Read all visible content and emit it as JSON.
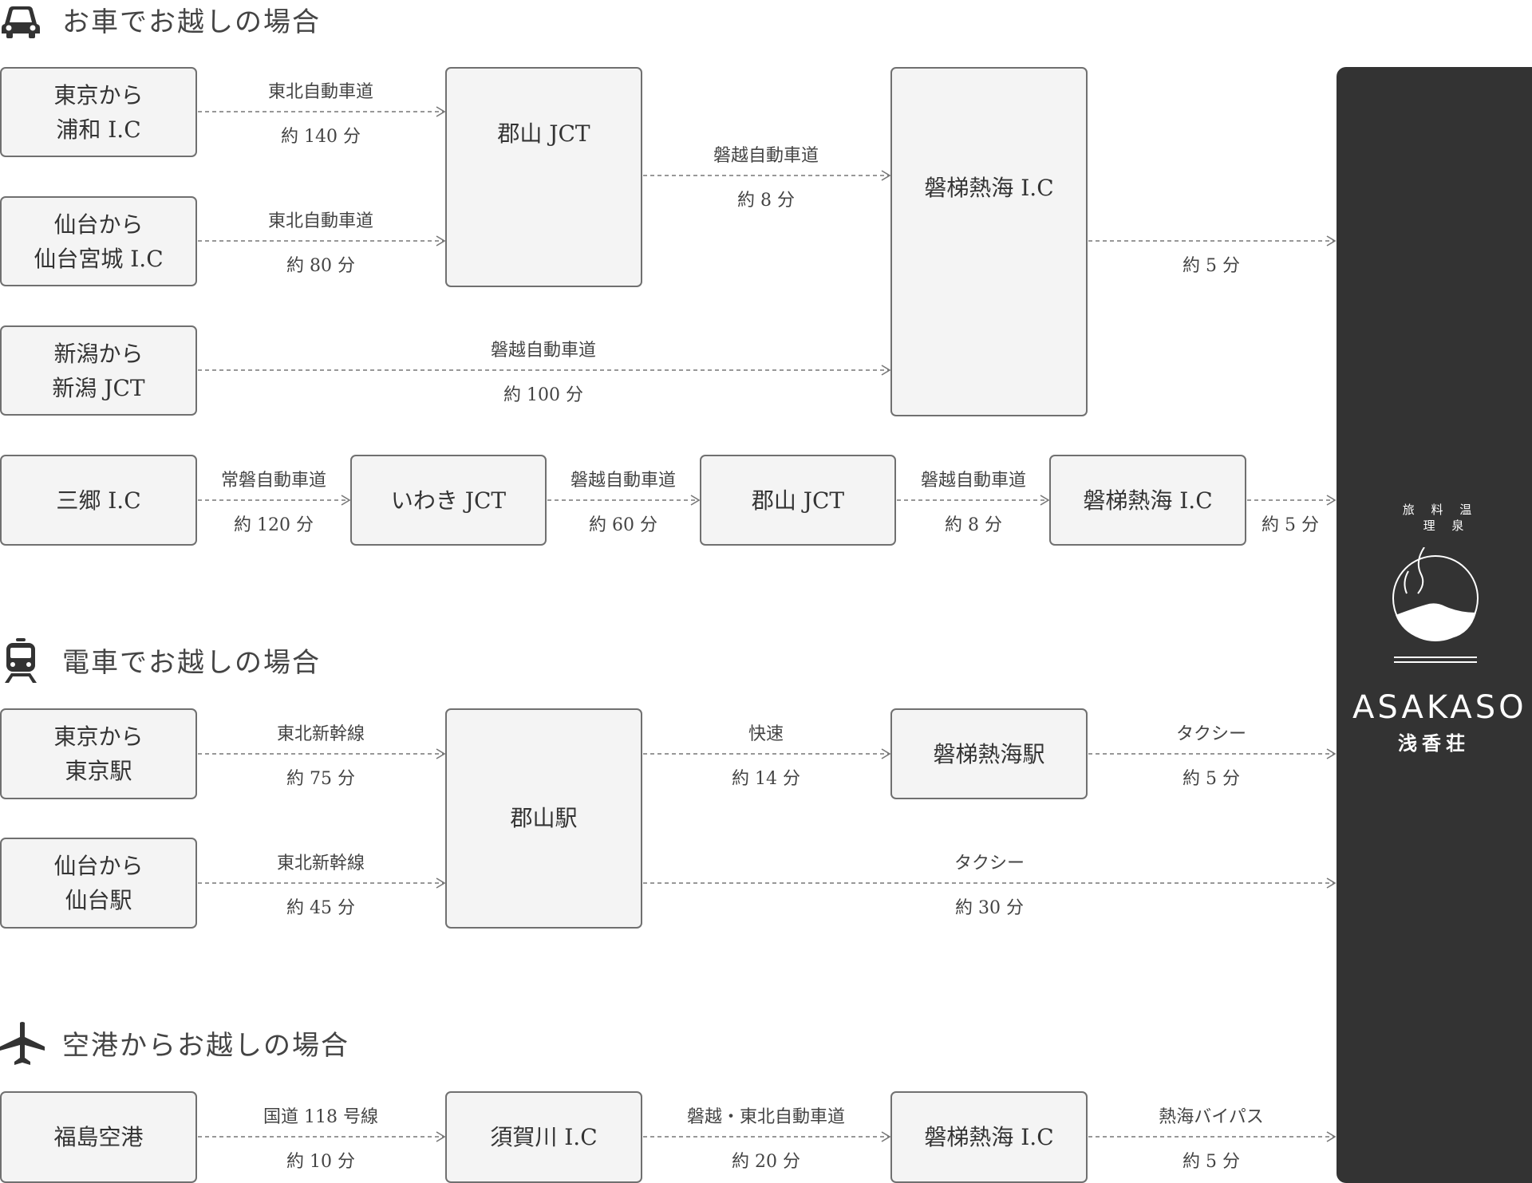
{
  "sections": {
    "car": "お車でお越しの場合",
    "train": "電車でお越しの場合",
    "air": "空港からお越しの場合"
  },
  "icons": {
    "car": "car-icon",
    "train": "train-icon",
    "air": "airplane-icon"
  },
  "boxes": {
    "tokyo_urawa": [
      "東京から",
      "浦和 I.C"
    ],
    "sendai_miyagi": [
      "仙台から",
      "仙台宮城 I.C"
    ],
    "niigata_jct": [
      "新潟から",
      "新潟 JCT"
    ],
    "koriyama_jct_1": "郡山 JCT",
    "bandai_ic_1": "磐梯熱海 I.C",
    "misato_ic": "三郷 I.C",
    "iwaki_jct": "いわき JCT",
    "koriyama_jct_2": "郡山 JCT",
    "bandai_ic_2": "磐梯熱海 I.C",
    "tokyo_station": [
      "東京から",
      "東京駅"
    ],
    "sendai_station": [
      "仙台から",
      "仙台駅"
    ],
    "koriyama_station": "郡山駅",
    "bandai_station": "磐梯熱海駅",
    "fukushima_airport": "福島空港",
    "sukagawa_ic": "須賀川 I.C",
    "bandai_ic_3": "磐梯熱海 I.C"
  },
  "routes": {
    "r1": {
      "road": "東北自動車道",
      "time": "約 140 分"
    },
    "r2": {
      "road": "東北自動車道",
      "time": "約 80 分"
    },
    "r3": {
      "road": "磐越自動車道",
      "time": "約 100 分"
    },
    "r4": {
      "road": "磐越自動車道",
      "time": "約 8 分"
    },
    "r5": {
      "road": "",
      "time": "約 5 分"
    },
    "r6": {
      "road": "常磐自動車道",
      "time": "約 120 分"
    },
    "r7": {
      "road": "磐越自動車道",
      "time": "約 60 分"
    },
    "r8": {
      "road": "磐越自動車道",
      "time": "約 8 分"
    },
    "r9": {
      "road": "",
      "time": "約 5 分"
    },
    "t1": {
      "road": "東北新幹線",
      "time": "約 75 分"
    },
    "t2": {
      "road": "東北新幹線",
      "time": "約 45 分"
    },
    "t3": {
      "road": "快速",
      "time": "約 14 分"
    },
    "t4": {
      "road": "タクシー",
      "time": "約 5 分"
    },
    "t5": {
      "road": "タクシー",
      "time": "約 30 分"
    },
    "a1": {
      "road": "国道 118 号線",
      "time": "約 10 分"
    },
    "a2": {
      "road": "磐越・東北自動車道",
      "time": "約 20 分"
    },
    "a3": {
      "road": "熱海バイパス",
      "time": "約 5 分"
    }
  },
  "destination": {
    "tagline_line1": "旅 料 温",
    "tagline_line2": "理 泉",
    "name": "ASAKASO",
    "name_jp": "浅香荘"
  },
  "colors": {
    "panel": "#333333",
    "box_bg": "#f4f4f4",
    "box_border": "#707070",
    "line": "#777777"
  }
}
